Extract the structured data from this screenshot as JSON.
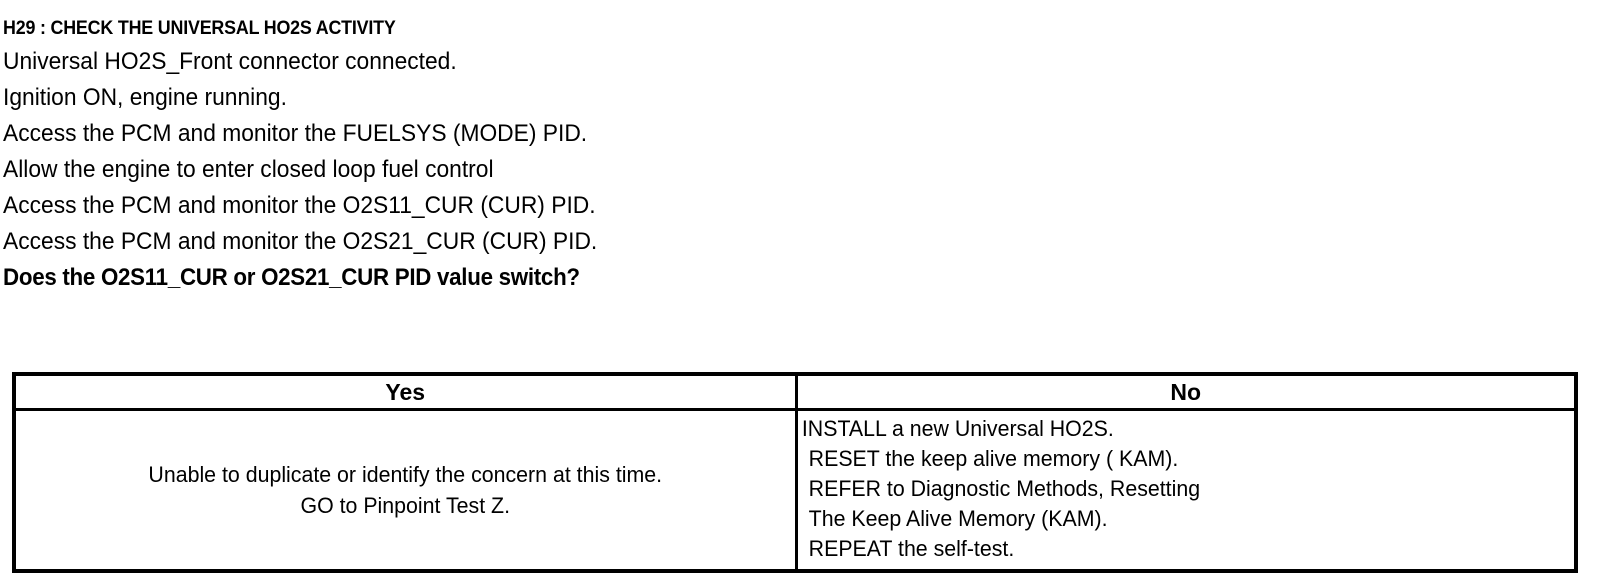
{
  "step": {
    "title": "H29 : CHECK THE UNIVERSAL HO2S ACTIVITY",
    "lines": [
      "Universal HO2S_Front connector connected.",
      "Ignition ON, engine running.",
      "Access the PCM and monitor the  FUELSYS (MODE) PID.",
      "Allow the engine to enter closed loop fuel control",
      "Access the PCM and monitor the  O2S11_CUR (CUR) PID.",
      "Access the PCM and monitor the  O2S21_CUR (CUR) PID."
    ],
    "question": "Does the O2S11_CUR or O2S21_CUR  PID value switch?"
  },
  "decision_table": {
    "headers": {
      "yes": "Yes",
      "no": "No"
    },
    "yes_cell": {
      "lines": [
        "Unable to duplicate or identify the concern at this time.",
        "GO to Pinpoint Test Z."
      ]
    },
    "no_cell": {
      "lines": [
        "INSTALL a new Universal HO2S.",
        "RESET the keep alive memory ( KAM).",
        "REFER to  Diagnostic Methods, Resetting",
        "The Keep Alive Memory (KAM).",
        "REPEAT the self-test."
      ]
    }
  },
  "colors": {
    "text": "#000000",
    "background": "#ffffff",
    "border": "#000000"
  }
}
